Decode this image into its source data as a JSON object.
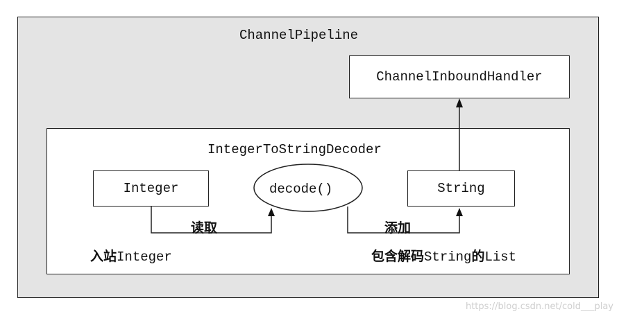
{
  "pipeline": {
    "title": "ChannelPipeline",
    "inbound_handler": "ChannelInboundHandler"
  },
  "decoder": {
    "title": "IntegerToStringDecoder",
    "input_box": "Integer",
    "decode_node": "decode()",
    "output_box": "String",
    "read_label": "读取",
    "add_label": "添加",
    "inbound_prefix": "入站",
    "inbound_suffix": "Integer",
    "list_prefix": "包含解码",
    "list_middle": "String",
    "list_cjk": "的",
    "list_suffix": "List"
  },
  "watermark": "https://blog.csdn.net/cold___play"
}
